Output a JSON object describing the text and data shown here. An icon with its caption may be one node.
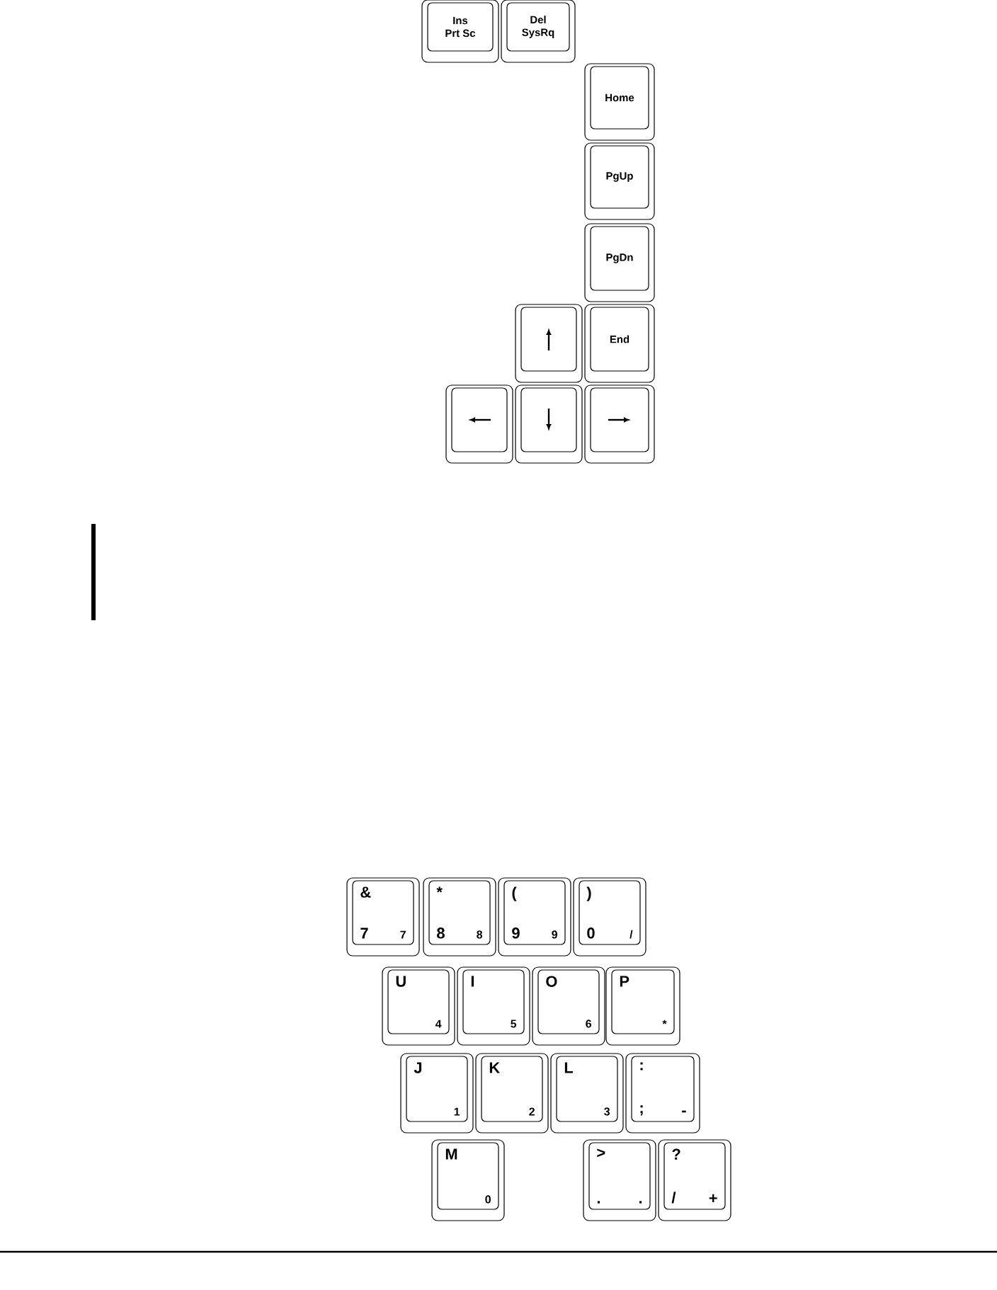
{
  "diagram": {
    "nodes": [
      {
        "text": [
          "Ins",
          "Prt Sc"
        ]
      },
      {
        "text": [
          "Del",
          "SysRq"
        ]
      },
      {
        "text": [
          "Home"
        ]
      },
      {
        "text": [
          "PgUp"
        ]
      },
      {
        "text": [
          "PgDn"
        ]
      },
      {
        "text": [],
        "shape": "box"
      },
      {
        "text": [
          "End"
        ]
      },
      {
        "text": [],
        "shape": "box"
      },
      {
        "text": [],
        "shape": "box"
      },
      {
        "text": [],
        "shape": "box"
      },
      {
        "text": [
          "&",
          "7",
          "7"
        ]
      },
      {
        "text": [
          "*",
          "8",
          "8"
        ]
      },
      {
        "text": [
          "(",
          "9",
          "9"
        ]
      },
      {
        "text": [
          ")",
          "0",
          "/"
        ]
      },
      {
        "text": [
          "U",
          "4"
        ]
      },
      {
        "text": [
          "I",
          "5"
        ]
      },
      {
        "text": [
          "O",
          "6"
        ]
      },
      {
        "text": [
          "P",
          "*"
        ]
      },
      {
        "text": [
          "J",
          "1"
        ]
      },
      {
        "text": [
          "K",
          "2"
        ]
      },
      {
        "text": [
          "L",
          "3"
        ]
      },
      {
        "text": [
          ":",
          ";",
          "-"
        ]
      },
      {
        "text": [
          "M",
          "0"
        ]
      },
      {
        "text": [
          ">",
          ".",
          "."
        ]
      },
      {
        "text": [
          "?",
          "/",
          "+"
        ]
      }
    ]
  }
}
